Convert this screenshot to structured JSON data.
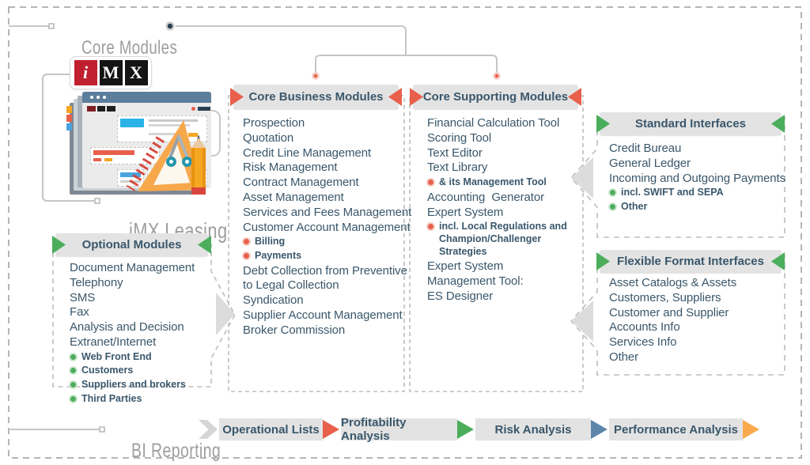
{
  "titles": {
    "core_modules": "Core Modules",
    "bi_reporting": "BI Reporting",
    "product": "iMX Leasing"
  },
  "logo": {
    "tiles": [
      "i",
      "M",
      "X"
    ]
  },
  "colors": {
    "accent_red": "#e8604c",
    "accent_green": "#4cae5c",
    "accent_blue": "#5e86aa",
    "accent_orange": "#f9a94b",
    "header_gray": "#e3e3e3",
    "text_blue": "#3a576b",
    "line_gray": "#c6c6c6"
  },
  "panels": {
    "core_business": {
      "title": "Core Business Modules",
      "items": [
        {
          "label": "Prospection",
          "bullet": false
        },
        {
          "label": "Quotation",
          "bullet": false
        },
        {
          "label": "Credit Line Management",
          "bullet": false
        },
        {
          "label": "Risk Management",
          "bullet": false
        },
        {
          "label": "Contract Management",
          "bullet": false
        },
        {
          "label": "Asset Management",
          "bullet": false
        },
        {
          "label": "Services and Fees Management",
          "bullet": false
        },
        {
          "label": "Customer Account Management",
          "bullet": false
        },
        {
          "label": "Billing",
          "bullet": true,
          "bullet_color": "red"
        },
        {
          "label": "Payments",
          "bullet": true,
          "bullet_color": "red"
        },
        {
          "label": "Debt Collection from Preventive\nto Legal Collection",
          "bullet": false
        },
        {
          "label": "Syndication",
          "bullet": false
        },
        {
          "label": "Supplier Account Management",
          "bullet": false
        },
        {
          "label": "Broker Commission",
          "bullet": false
        }
      ]
    },
    "core_supporting": {
      "title": "Core Supporting Modules",
      "items": [
        {
          "label": "Financial Calculation Tool",
          "bullet": false
        },
        {
          "label": "Scoring Tool",
          "bullet": false
        },
        {
          "label": "Text Editor",
          "bullet": false
        },
        {
          "label": "Text Library",
          "bullet": false
        },
        {
          "label": "& its Management Tool",
          "bullet": true,
          "bullet_color": "red"
        },
        {
          "label": "Accounting  Generator",
          "bullet": false
        },
        {
          "label": "Expert System",
          "bullet": false
        },
        {
          "label": "incl. Local Regulations and\nChampion/Challenger\nStrategies",
          "bullet": true,
          "bullet_color": "red"
        },
        {
          "label": "Expert System",
          "bullet": false
        },
        {
          "label": "Management Tool:",
          "bullet": false
        },
        {
          "label": "ES Designer",
          "bullet": false
        }
      ]
    },
    "optional": {
      "title": "Optional Modules",
      "items": [
        {
          "label": "Document Management",
          "bullet": false
        },
        {
          "label": "Telephony",
          "bullet": false
        },
        {
          "label": "SMS",
          "bullet": false
        },
        {
          "label": "Fax",
          "bullet": false
        },
        {
          "label": "Analysis and Decision",
          "bullet": false
        },
        {
          "label": "Extranet/Internet",
          "bullet": false
        },
        {
          "label": "Web Front End",
          "bullet": true,
          "bullet_color": "green"
        },
        {
          "label": "Customers",
          "bullet": true,
          "bullet_color": "green"
        },
        {
          "label": "Suppliers and brokers",
          "bullet": true,
          "bullet_color": "green"
        },
        {
          "label": "Third Parties",
          "bullet": true,
          "bullet_color": "green"
        }
      ]
    },
    "standard_interfaces": {
      "title": "Standard Interfaces",
      "items": [
        {
          "label": "Credit Bureau",
          "bullet": false
        },
        {
          "label": "General Ledger",
          "bullet": false
        },
        {
          "label": "Incoming and Outgoing Payments",
          "bullet": false
        },
        {
          "label": "incl. SWIFT and SEPA",
          "bullet": true,
          "bullet_color": "green"
        },
        {
          "label": "Other",
          "bullet": true,
          "bullet_color": "green"
        }
      ]
    },
    "flexible_interfaces": {
      "title": "Flexible Format Interfaces",
      "items": [
        {
          "label": "Asset Catalogs & Assets",
          "bullet": false
        },
        {
          "label": "Customers, Suppliers",
          "bullet": false
        },
        {
          "label": "Customer and Supplier\nAccounts Info",
          "bullet": false
        },
        {
          "label": "Services Info",
          "bullet": false
        },
        {
          "label": "Other",
          "bullet": false
        }
      ]
    }
  },
  "bi": {
    "steps": [
      {
        "label": "Operational Lists"
      },
      {
        "label": "Profitability Analysis"
      },
      {
        "label": "Risk Analysis"
      },
      {
        "label": "Performance Analysis"
      }
    ]
  }
}
